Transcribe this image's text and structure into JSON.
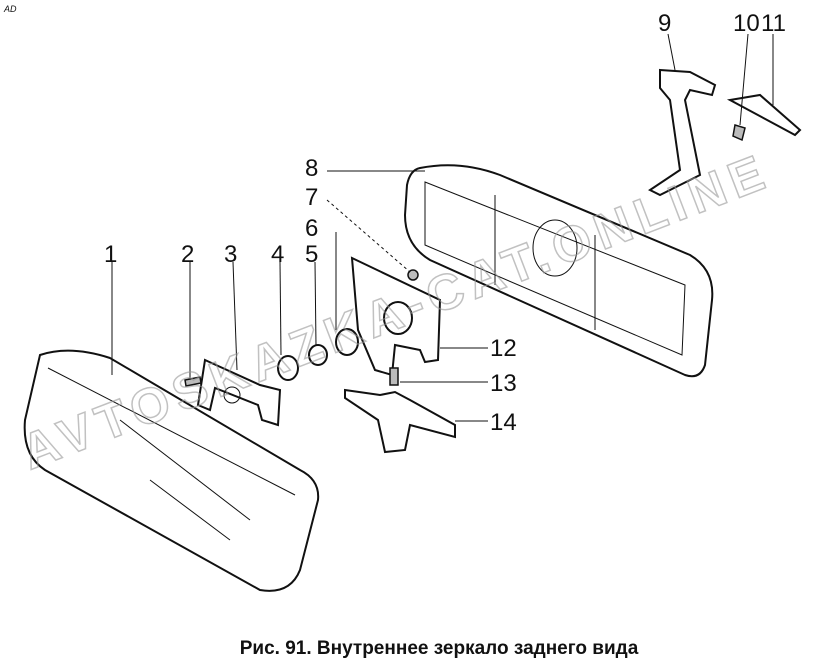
{
  "corner_mark": "AD",
  "caption": "Рис. 91. Внутреннее зеркало заднего вида",
  "watermark": "AVTOSKAZKA-CAT.ONLINE",
  "callouts": [
    "1",
    "2",
    "3",
    "4",
    "5",
    "6",
    "7",
    "8",
    "9",
    "10",
    "11",
    "12",
    "13",
    "14"
  ]
}
